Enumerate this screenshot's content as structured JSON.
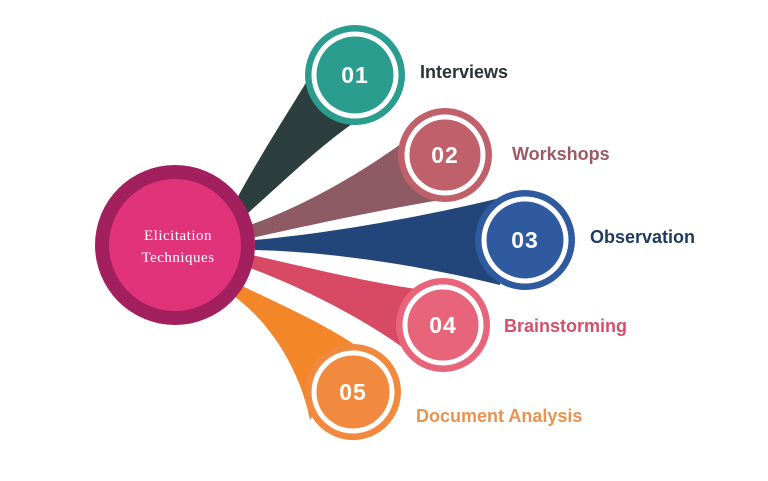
{
  "center": {
    "line1": "Elicitation",
    "line2": "Techniques",
    "ring_color": "#A3205E",
    "fill_color": "#E0337A"
  },
  "items": [
    {
      "number": "01",
      "label": "Interviews",
      "band_color": "#2C3E3D",
      "circle_color": "#2A9D8F",
      "label_color": "#2C3338"
    },
    {
      "number": "02",
      "label": "Workshops",
      "band_color": "#8E5A63",
      "circle_color": "#C0606A",
      "label_color": "#9B5A64"
    },
    {
      "number": "03",
      "label": "Observation",
      "band_color": "#22467A",
      "circle_color": "#2F5AA0",
      "label_color": "#1F3A5F"
    },
    {
      "number": "04",
      "label": "Brainstorming",
      "band_color": "#D84A64",
      "circle_color": "#E8647A",
      "label_color": "#D4506A"
    },
    {
      "number": "05",
      "label": "Document Analysis",
      "band_color": "#F4862A",
      "circle_color": "#F18A3F",
      "label_color": "#E8934F"
    }
  ]
}
